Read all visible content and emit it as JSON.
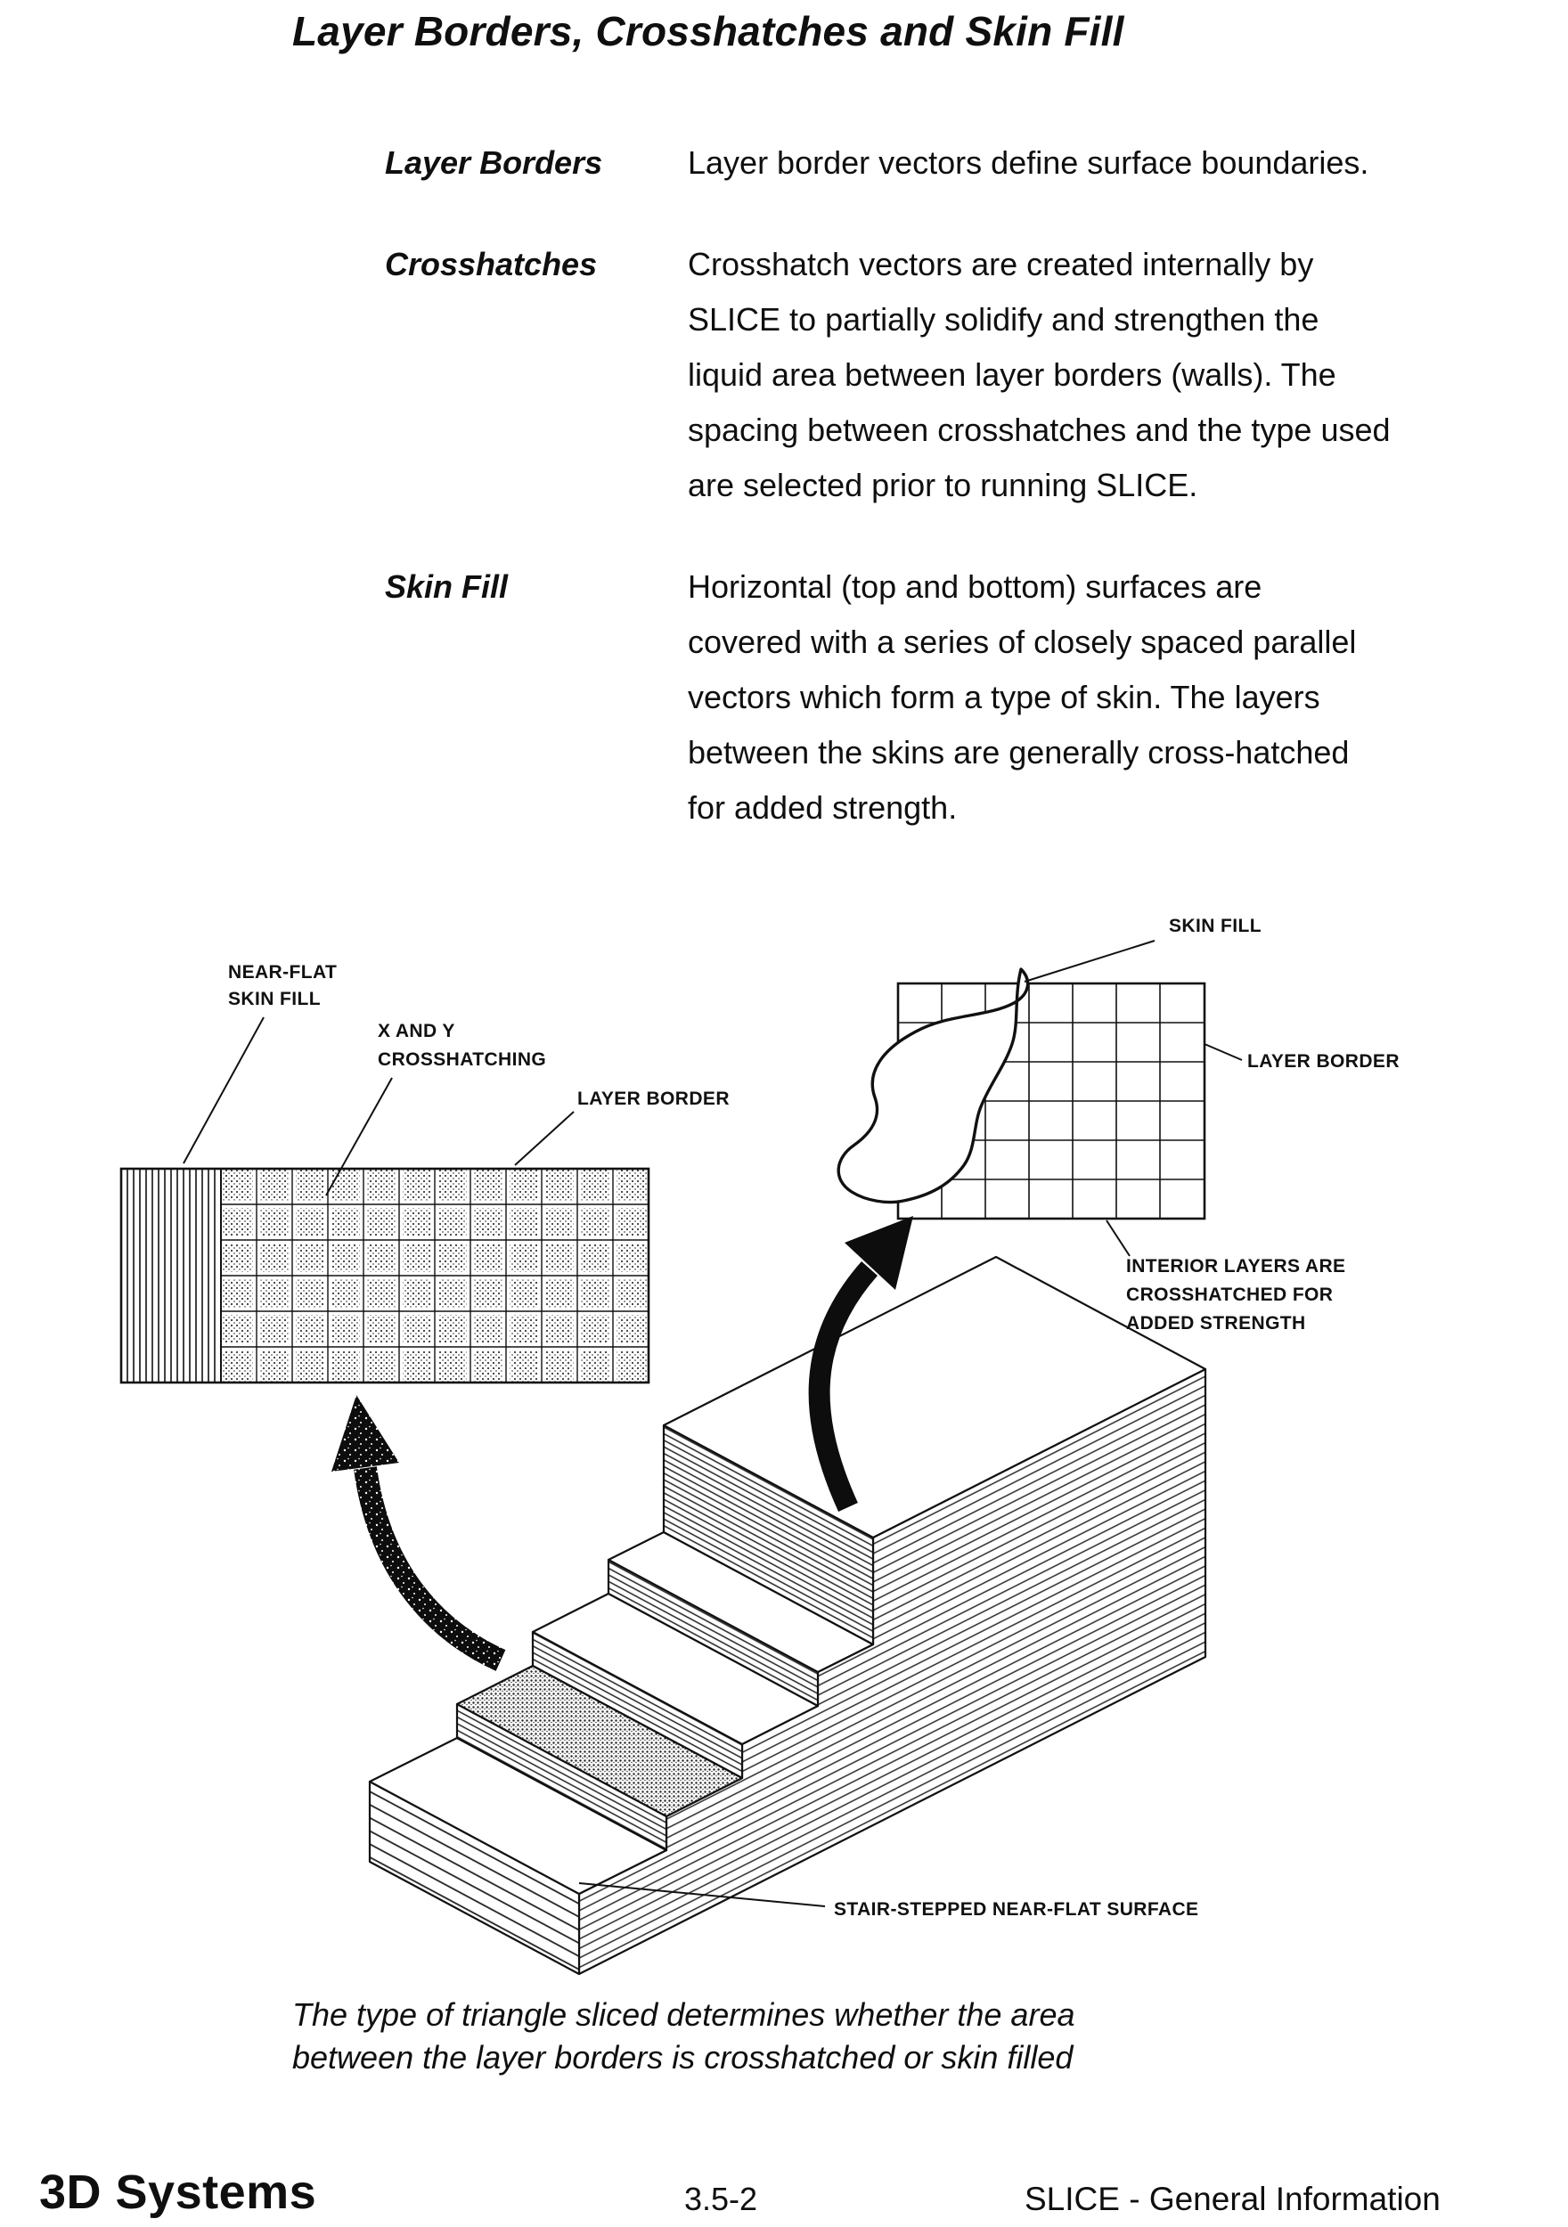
{
  "page": {
    "title": "Layer Borders, Crosshatches and Skin Fill"
  },
  "definitions": [
    {
      "term": "Layer Borders",
      "lines": [
        "Layer border vectors define surface boundaries."
      ]
    },
    {
      "term": "Crosshatches",
      "lines": [
        "Crosshatch vectors are created internally by",
        "SLICE to partially solidify and strengthen the",
        "liquid area between layer borders (walls). The",
        "spacing between crosshatches and the type used",
        "are selected prior to running SLICE."
      ]
    },
    {
      "term": "Skin Fill",
      "lines": [
        "Horizontal (top and bottom) surfaces are",
        "covered with a series of closely spaced parallel",
        "vectors which form a type of skin. The layers",
        "between the skins are generally cross-hatched",
        "for added strength."
      ]
    }
  ],
  "diagram": {
    "labels": {
      "near_flat_line1": "NEAR-FLAT",
      "near_flat_line2": "SKIN FILL",
      "xy_line1": "X AND Y",
      "xy_line2": "CROSSHATCHING",
      "layer_border_left": "LAYER BORDER",
      "skin_fill": "SKIN FILL",
      "layer_border_right": "LAYER BORDER",
      "interior_line1": "INTERIOR LAYERS ARE",
      "interior_line2": "CROSSHATCHED FOR",
      "interior_line3": "ADDED STRENGTH",
      "stair_stepped": "STAIR-STEPPED NEAR-FLAT SURFACE"
    }
  },
  "caption": {
    "line1": "The type of triangle sliced determines whether the area",
    "line2": "between the layer borders is crosshatched or skin filled"
  },
  "footer": {
    "brand": "3D Systems",
    "page_number": "3.5-2",
    "section": "SLICE - General Information"
  },
  "colors": {
    "ink": "#111111",
    "paper": "#ffffff"
  }
}
